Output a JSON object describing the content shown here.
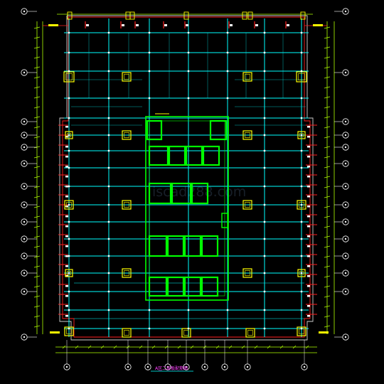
{
  "drawing": {
    "title": "A区二层板配筋图",
    "watermark": "iscad288.com"
  },
  "colors": {
    "background": "#000000",
    "grid": "#00ffff",
    "column": "#ffff00",
    "core_wall": "#00ff00",
    "rebar": "#ff2020",
    "annotation": "#ffffff",
    "dimension": "#00ff00",
    "title": "#ff40ff"
  },
  "icons": [
    "axis-bubble",
    "column-block",
    "core-wall",
    "rebar-mark"
  ]
}
